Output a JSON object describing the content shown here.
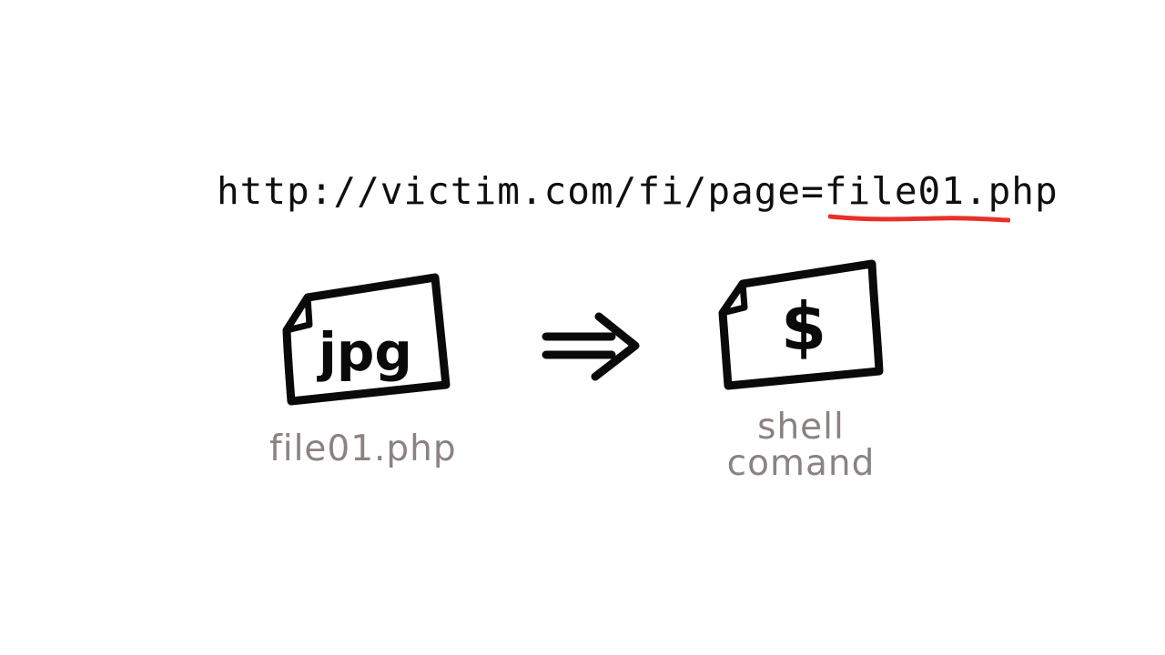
{
  "url": {
    "prefix": "http://victim.com/fi/page=",
    "highlight": "file01.php"
  },
  "left_file": {
    "icon_text": "jpg",
    "caption": "file01.php"
  },
  "arrow": {
    "icon": "double-arrow-right-icon"
  },
  "right_file": {
    "icon_text": "$",
    "caption_line1": "shell",
    "caption_line2": "comand"
  },
  "colors": {
    "ink": "#0a0a0a",
    "underline": "#e8302a",
    "caption": "#8b8282",
    "background": "#ffffff"
  }
}
